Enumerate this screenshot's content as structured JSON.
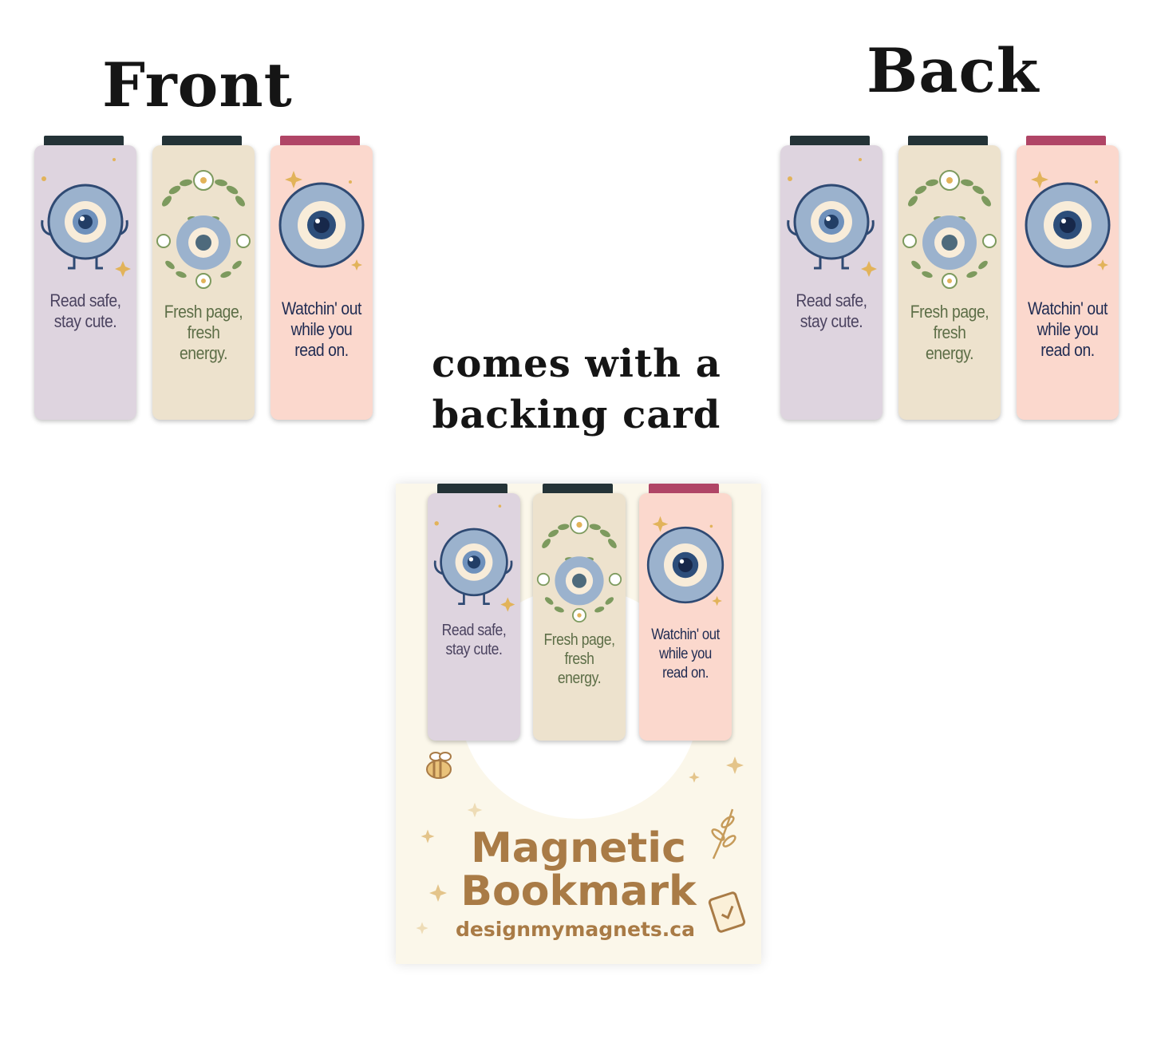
{
  "labels": {
    "front": "Front",
    "back": "Back",
    "card_line1": "comes with a",
    "card_line2": "backing card"
  },
  "bookmarks": [
    {
      "line1": "Read safe,",
      "line2": "stay cute.",
      "line3": "",
      "bg": "#ded4df",
      "tab": "#243337"
    },
    {
      "line1": "Fresh page,",
      "line2": "fresh",
      "line3": "energy.",
      "bg": "#ede2cd",
      "tab": "#243337"
    },
    {
      "line1": "Watchin' out",
      "line2": "while you",
      "line3": "read on.",
      "bg": "#fbd8cd",
      "tab": "#b04566"
    }
  ],
  "backing_card": {
    "title_line1": "Magnetic",
    "title_line2": "Bookmark",
    "url": "designmymagnets.ca"
  },
  "colors": {
    "eye_outer": "#9bb2cd",
    "eye_ring": "#2f4a73",
    "eye_white": "#f8ecd9",
    "eye_pupil": "#2d4e7a",
    "leaf": "#7d9a5e",
    "gold": "#e2b35a",
    "card_brown": "#a97b46"
  }
}
